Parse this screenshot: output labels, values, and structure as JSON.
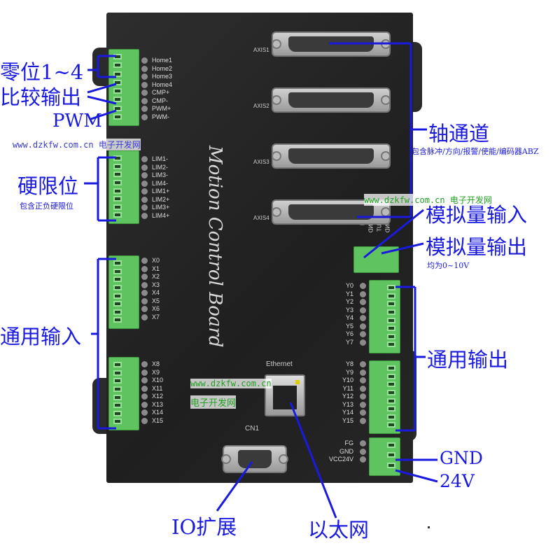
{
  "board": {
    "title": "Motion Control Board",
    "home_pins": [
      "Home1",
      "Home2",
      "Home3",
      "Home4",
      "CMP+",
      "CMP-",
      "PWM+",
      "PWM-"
    ],
    "lim_pins": [
      "LIM1-",
      "LIM2-",
      "LIM3-",
      "LIM4-",
      "LIM1+",
      "LIM2+",
      "LIM3+",
      "LIM4+"
    ],
    "x_pins_a": [
      "X0",
      "X1",
      "X2",
      "X3",
      "X4",
      "X5",
      "X6",
      "X7"
    ],
    "x_pins_b": [
      "X8",
      "X9",
      "X10",
      "X11",
      "X12",
      "X13",
      "X14",
      "X15"
    ],
    "y_pins_a": [
      "Y0",
      "Y1",
      "Y2",
      "Y3",
      "Y4",
      "Y5",
      "Y6",
      "Y7"
    ],
    "y_pins_b": [
      "Y8",
      "Y9",
      "Y10",
      "Y11",
      "Y12",
      "Y13",
      "Y14",
      "Y15"
    ],
    "power_pins": [
      "FG",
      "GND",
      "VCC24V"
    ],
    "analog_pins": [
      "AIN",
      "DGND",
      "AOUT",
      "DGND"
    ],
    "axes": [
      "AXIS1",
      "AXIS2",
      "AXIS3",
      "AXIS4"
    ],
    "ethernet_label": "Ethernet",
    "cn1_label": "CN1"
  },
  "annotations": {
    "home": "零位1~4",
    "compare": "比较输出",
    "pwm": "PWM",
    "hard_limit": "硬限位",
    "hard_limit_note": "包含正负硬限位",
    "general_input": "通用输入",
    "axis_channel": "轴通道",
    "axis_note": "包含脉冲/方向/报警/使能/编码器ABZ",
    "analog_in": "模拟量输入",
    "analog_out": "模拟量输出",
    "analog_note": "均为0~10V",
    "general_output": "通用输出",
    "gnd": "GND",
    "v24": "24V",
    "io_ext": "IO扩展",
    "ethernet": "以太网"
  },
  "watermarks": {
    "url": "www.dzkfw.com.cn",
    "name": "电子开发网"
  },
  "colors": {
    "annotation": "#1a1adf",
    "terminal": "#5fc35f",
    "board": "#262626"
  }
}
